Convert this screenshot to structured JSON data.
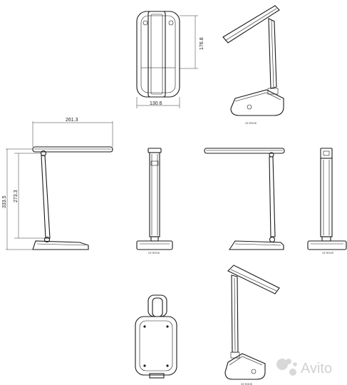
{
  "dimensions": {
    "width_top": "130.6",
    "depth_top": "176.8",
    "arm_length": "261.3",
    "height_total": "333.5",
    "height_stem": "273.3"
  },
  "watermark": {
    "brand": "Avito",
    "icon": "avito-dots-icon"
  }
}
